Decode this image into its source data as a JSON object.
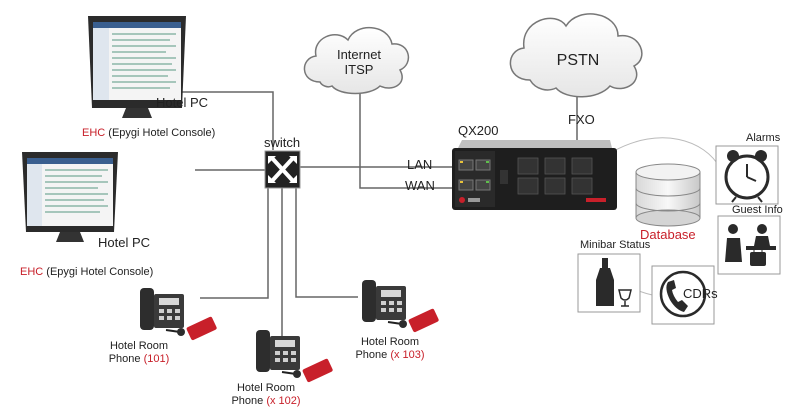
{
  "clouds": {
    "internet": {
      "line1": "Internet",
      "line2": "ITSP"
    },
    "pstn": {
      "label": "PSTN"
    }
  },
  "device": {
    "name": "QX200",
    "fxo": "FXO",
    "lan": "LAN",
    "wan": "WAN"
  },
  "switch": {
    "label": "switch"
  },
  "pcs": [
    {
      "label": "Hotel PC",
      "console_prefix": "EHC",
      "console_rest": " (Epygi Hotel Console)"
    },
    {
      "label": "Hotel PC",
      "console_prefix": "EHC",
      "console_rest": " (Epygi Hotel Console)"
    }
  ],
  "phones": [
    {
      "line1": "Hotel Room",
      "line2_prefix": "Phone ",
      "line2_number": "(101)"
    },
    {
      "line1": "Hotel Room",
      "line2_prefix": "Phone ",
      "line2_number": "(x 102)"
    },
    {
      "line1": "Hotel Room",
      "line2_prefix": "Phone ",
      "line2_number": "(x 103)"
    }
  ],
  "services": {
    "database": "Database",
    "alarms": "Alarms",
    "guest_info": "Guest Info",
    "minibar": "Minibar Status",
    "cdrs": "CDRs"
  },
  "colors": {
    "accent_red": "#c8202a",
    "line_gray": "#666666"
  }
}
